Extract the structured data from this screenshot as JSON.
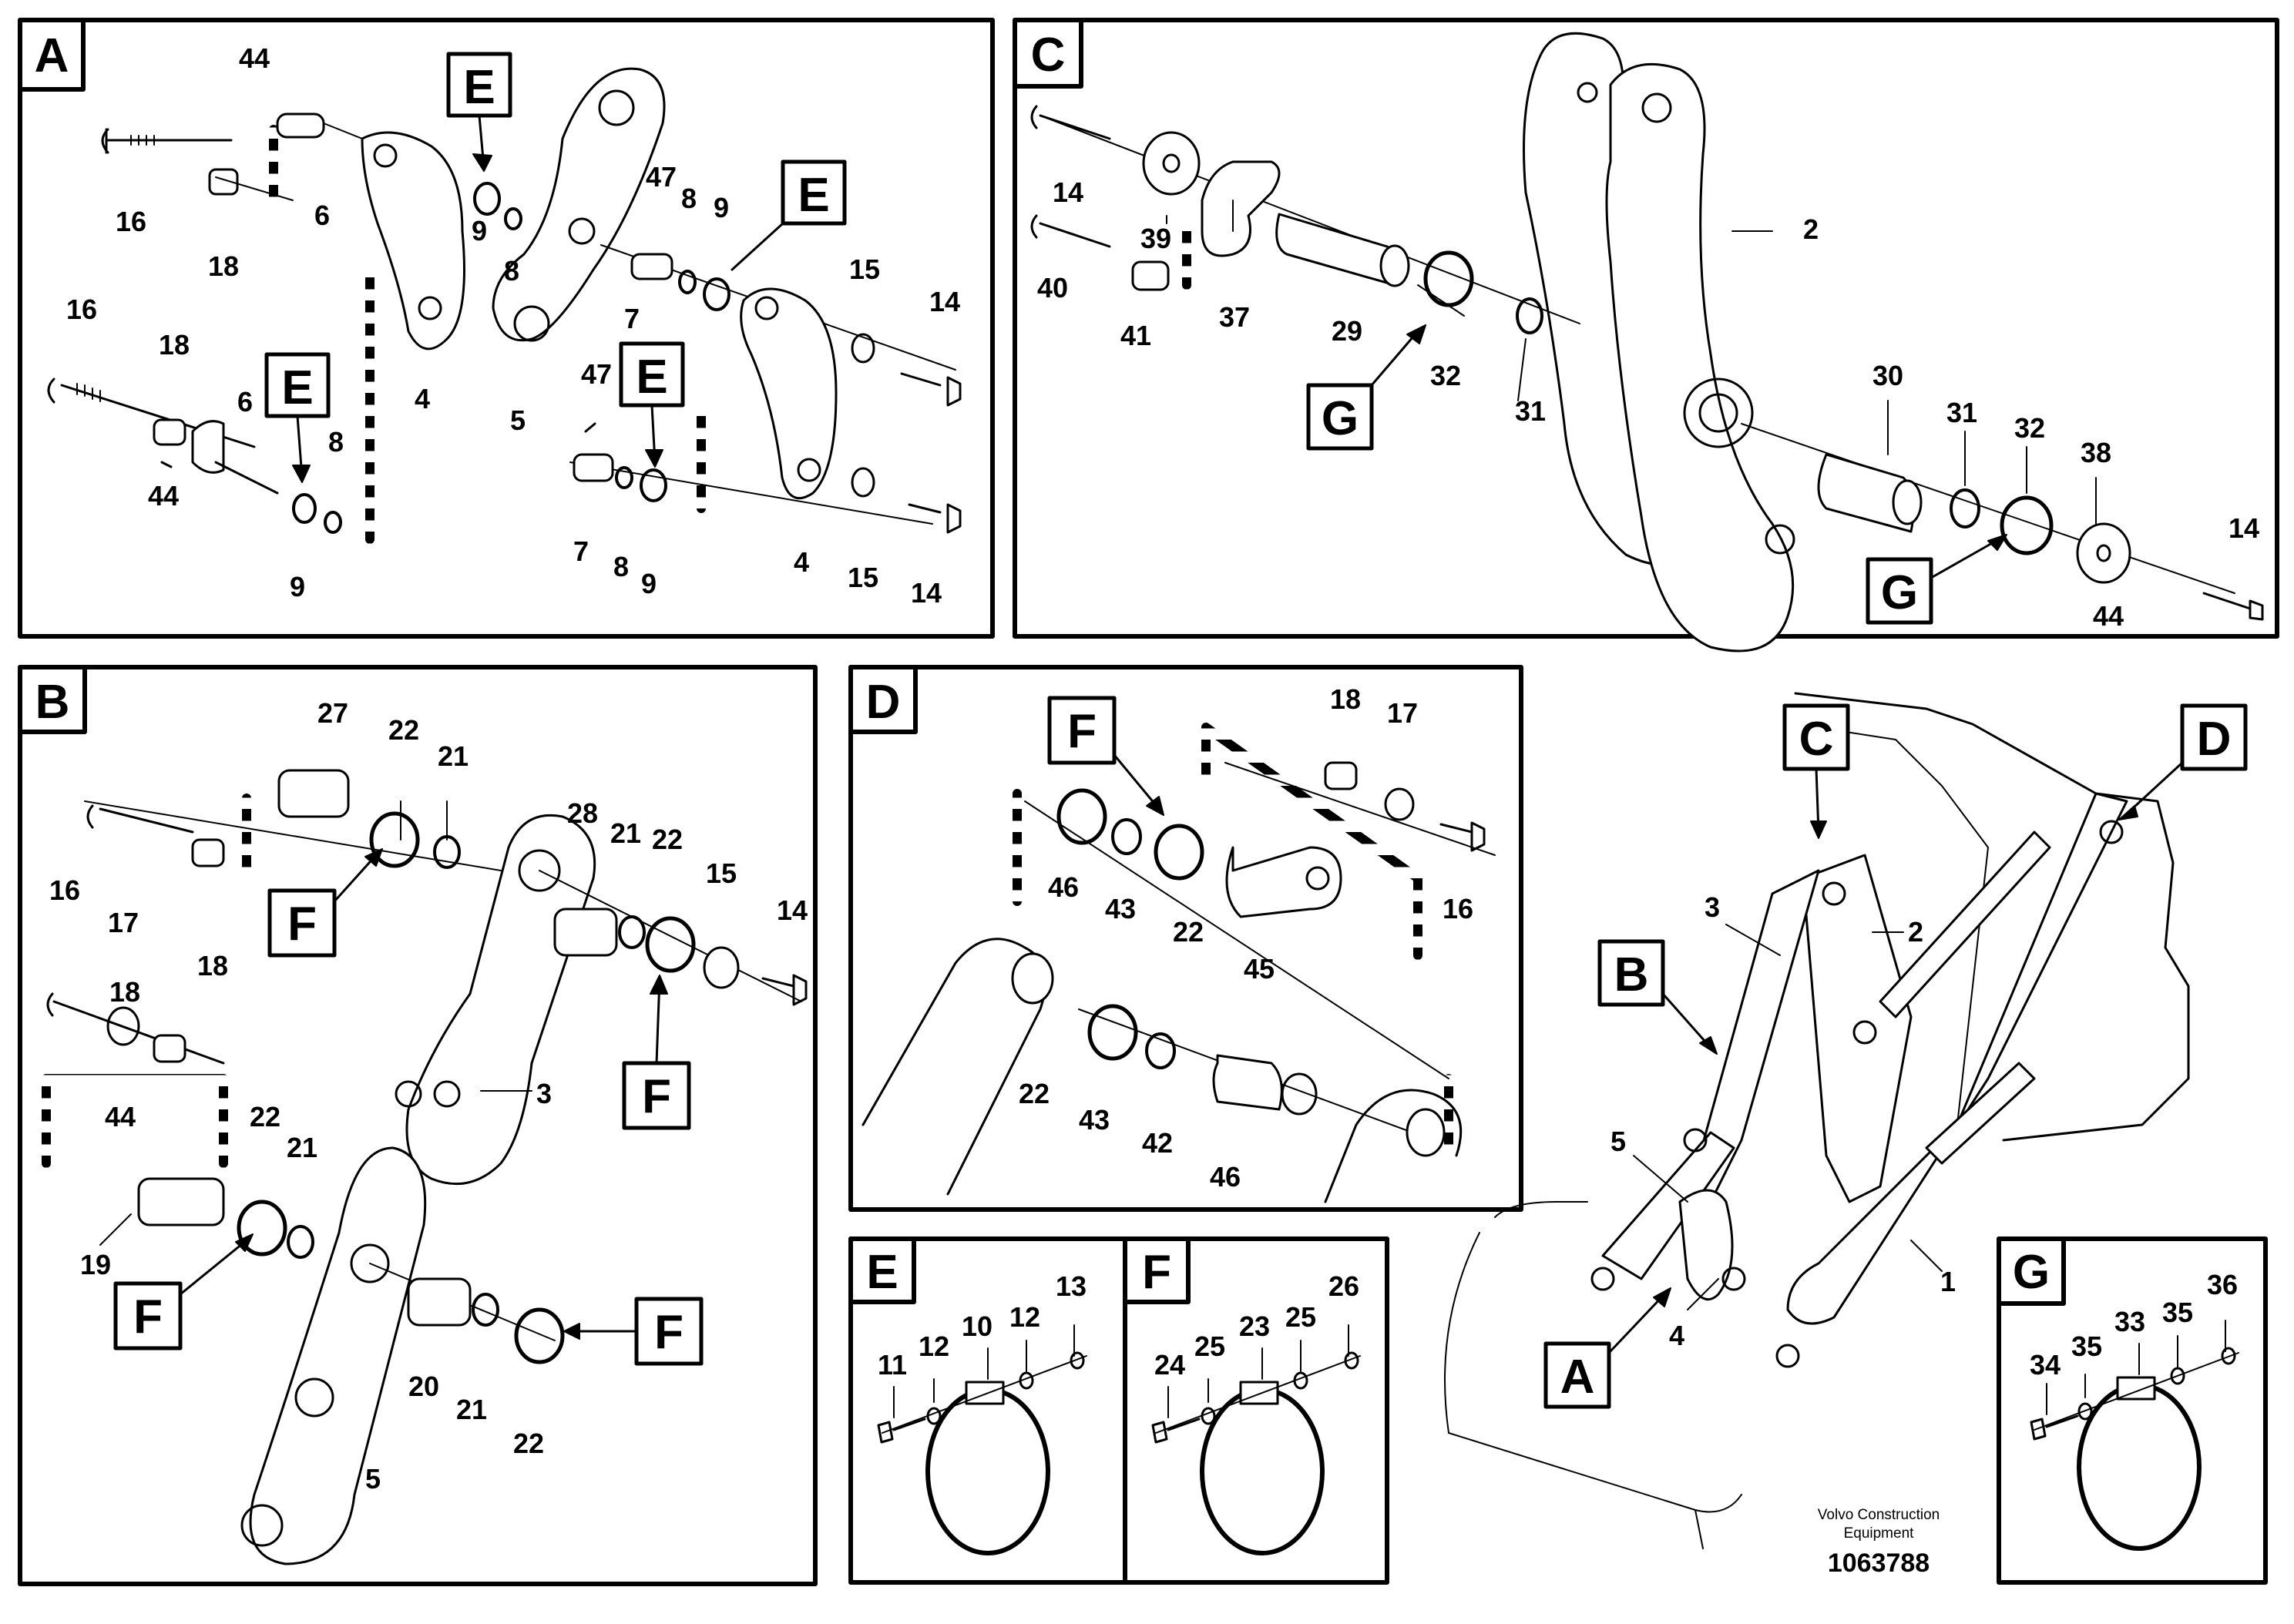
{
  "diagram": {
    "panels": {
      "A": {
        "tag": "A",
        "detail_tags": [
          "E",
          "E",
          "E",
          "E"
        ],
        "labels": [
          "44",
          "16",
          "18",
          "6",
          "9",
          "8",
          "47",
          "8",
          "9",
          "7",
          "15",
          "14",
          "4",
          "5",
          "16",
          "18",
          "6",
          "44",
          "9",
          "8",
          "47",
          "7",
          "8",
          "9",
          "4",
          "15",
          "14"
        ]
      },
      "C": {
        "tag": "C",
        "detail_tags": [
          "G",
          "G"
        ],
        "labels": [
          "14",
          "39",
          "37",
          "40",
          "41",
          "29",
          "32",
          "31",
          "2",
          "30",
          "31",
          "32",
          "38",
          "14",
          "44"
        ]
      },
      "B": {
        "tag": "B",
        "detail_tags": [
          "F",
          "F",
          "F",
          "F"
        ],
        "labels": [
          "27",
          "22",
          "21",
          "16",
          "18",
          "28",
          "21",
          "22",
          "15",
          "14",
          "17",
          "18",
          "3",
          "44",
          "22",
          "21",
          "19",
          "20",
          "21",
          "22",
          "5"
        ]
      },
      "D": {
        "tag": "D",
        "detail_tags": [
          "F"
        ],
        "labels": [
          "18",
          "17",
          "46",
          "43",
          "22",
          "45",
          "16",
          "22",
          "43",
          "42",
          "46"
        ]
      },
      "E": {
        "tag": "E",
        "labels": [
          "11",
          "12",
          "10",
          "12",
          "13"
        ]
      },
      "F": {
        "tag": "F",
        "labels": [
          "24",
          "25",
          "23",
          "25",
          "26"
        ]
      },
      "G": {
        "tag": "G",
        "labels": [
          "34",
          "35",
          "33",
          "35",
          "36"
        ]
      },
      "overview": {
        "tags": [
          "C",
          "D",
          "B",
          "A"
        ],
        "labels": [
          "3",
          "2",
          "5",
          "1",
          "4"
        ]
      }
    },
    "footer": {
      "brand_line1": "Volvo Construction",
      "brand_line2": "Equipment",
      "part_number": "1063788"
    }
  }
}
